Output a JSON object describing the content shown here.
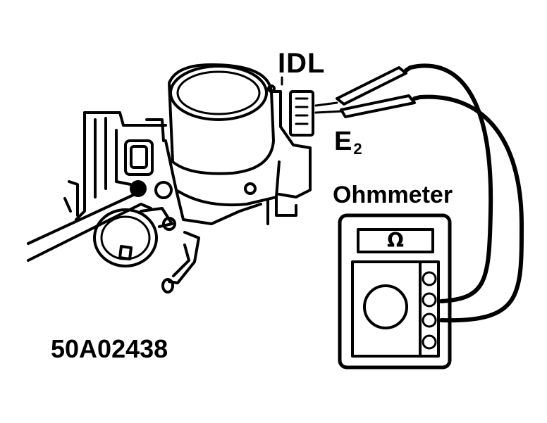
{
  "labels": {
    "idl": "IDL",
    "e2_main": "E",
    "e2_sub": "2",
    "ohmmeter": "Ohmmeter",
    "figure_code": "50A02438",
    "display_symbol": "Ω"
  },
  "colors": {
    "ink": "#000000",
    "paper": "#ffffff"
  }
}
